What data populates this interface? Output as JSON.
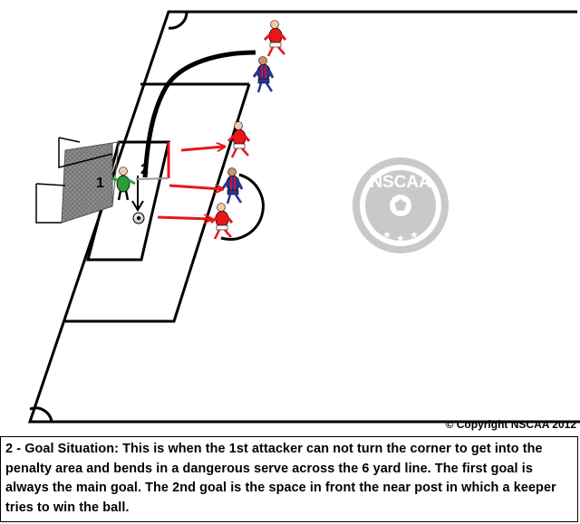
{
  "figure": {
    "watermark_text": "NSCAA",
    "markers": {
      "goal_1": "1",
      "goal_2": "2"
    },
    "colors": {
      "attacker": "#e8171b",
      "defender_shirt": "#2a3596",
      "defender_stripe": "#c8172a",
      "keeper": "#2c9c3a",
      "arrow": "#e8171b",
      "line": "#000000",
      "net": "#8c8c8c",
      "watermark": "#bdbdbd"
    }
  },
  "copyright": "© Copyright NSCAA 2012",
  "caption": "2 - Goal Situation:  This is when the 1st attacker can not turn the corner to get into the penalty area and bends in a dangerous serve across the 6 yard line.  The first goal is always the main goal.  The 2nd goal is the space in front the near post in which a keeper tries to win the ball."
}
